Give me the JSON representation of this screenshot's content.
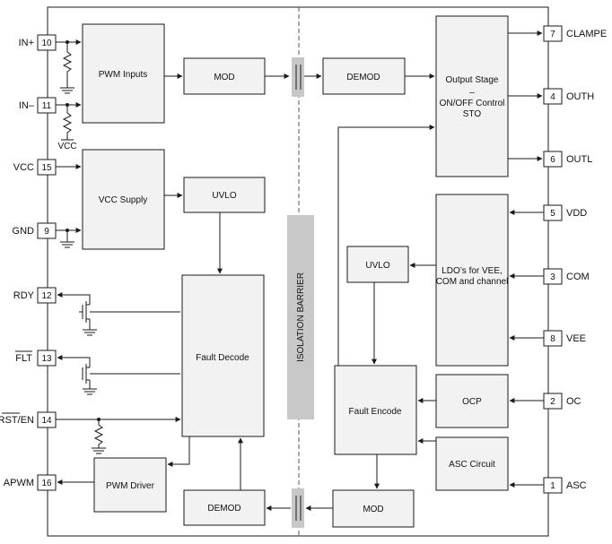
{
  "blocks": {
    "pwm_inputs": "PWM Inputs",
    "mod_top": "MOD",
    "demod_top": "DEMOD",
    "output_stage_1": "Output Stage",
    "output_stage_2": "–",
    "output_stage_3": "ON/OFF Control",
    "output_stage_4": "STO",
    "vcc_supply": "VCC Supply",
    "uvlo_left": "UVLO",
    "ldo_1": "LDO’s for VEE,",
    "ldo_2": "COM and channel",
    "uvlo_right": "UVLO",
    "fault_decode": "Fault Decode",
    "fault_encode": "Fault Encode",
    "ocp": "OCP",
    "asc_circuit": "ASC Circuit",
    "pwm_driver": "PWM Driver",
    "demod_bottom": "DEMOD",
    "mod_bottom": "MOD",
    "isolation_barrier": "ISOLATION BARRIER",
    "vcc_tag": "VCC"
  },
  "pins_left": {
    "in_plus": {
      "label": "IN+",
      "num": "10"
    },
    "in_minus": {
      "label": "IN–",
      "num": "11"
    },
    "vcc": {
      "label": "VCC",
      "num": "15"
    },
    "gnd": {
      "label": "GND",
      "num": "9"
    },
    "rdy": {
      "label": "RDY",
      "num": "12"
    },
    "flt": {
      "label": "FLT",
      "num": "13"
    },
    "rst_en": {
      "label": "RST/EN",
      "num": "14"
    },
    "apwm": {
      "label": "APWM",
      "num": "16"
    }
  },
  "pins_right": {
    "clampe": {
      "label": "CLAMPE",
      "num": "7"
    },
    "outh": {
      "label": "OUTH",
      "num": "4"
    },
    "outl": {
      "label": "OUTL",
      "num": "6"
    },
    "vdd": {
      "label": "VDD",
      "num": "5"
    },
    "com": {
      "label": "COM",
      "num": "3"
    },
    "vee": {
      "label": "VEE",
      "num": "8"
    },
    "oc": {
      "label": "OC",
      "num": "2"
    },
    "asc": {
      "label": "ASC",
      "num": "1"
    }
  }
}
